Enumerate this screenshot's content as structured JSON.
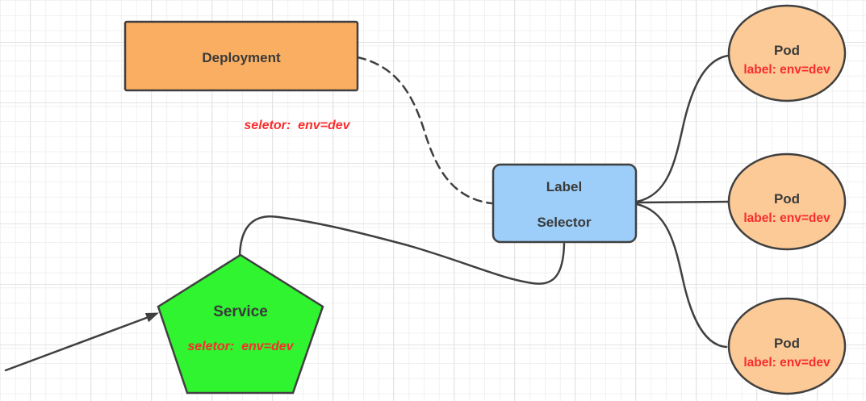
{
  "colors": {
    "stroke": "#404040",
    "deployment_fill": "#faae61",
    "selector_fill": "#9ccef9",
    "service_fill": "#2ff42f",
    "pod_fill": "#fbca96",
    "annotation_red": "#f92c2c",
    "label_dark": "#3a3a3a",
    "grid_minor": "#f1f1f1",
    "grid_major": "#e4e4e4"
  },
  "nodes": {
    "deployment": {
      "label": "Deployment",
      "annotation": "seletor:  env=dev"
    },
    "label_selector": {
      "line1": "Label",
      "line2": "Selector"
    },
    "service": {
      "label": "Service",
      "annotation": "seletor:  env=dev"
    },
    "pods": [
      {
        "label": "Pod",
        "annotation": "label: env=dev"
      },
      {
        "label": "Pod",
        "annotation": "label: env=dev"
      },
      {
        "label": "Pod",
        "annotation": "label: env=dev"
      }
    ]
  }
}
